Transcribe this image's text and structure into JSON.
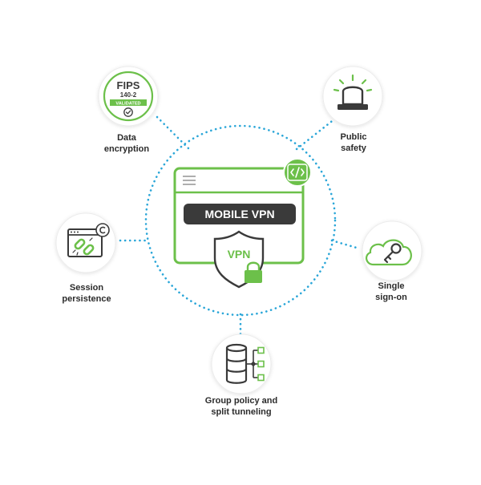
{
  "center": {
    "title": "MOBILE VPN",
    "shield_text": "VPN"
  },
  "nodes": {
    "fips": {
      "badge_title": "FIPS",
      "badge_number": "140-2",
      "badge_status": "VALIDATED",
      "label_line1": "Data",
      "label_line2": "encryption"
    },
    "public_safety": {
      "label_line1": "Public",
      "label_line2": "safety"
    },
    "session": {
      "label_line1": "Session",
      "label_line2": "persistence"
    },
    "sso": {
      "label_line1": "Single",
      "label_line2": "sign-on"
    },
    "group_policy": {
      "label_line1": "Group policy and",
      "label_line2": "split tunneling"
    }
  },
  "colors": {
    "green": "#6cc04a",
    "dark": "#3a3a3a",
    "dotted": "#2aa6d8",
    "circle_border": "#ececec"
  }
}
